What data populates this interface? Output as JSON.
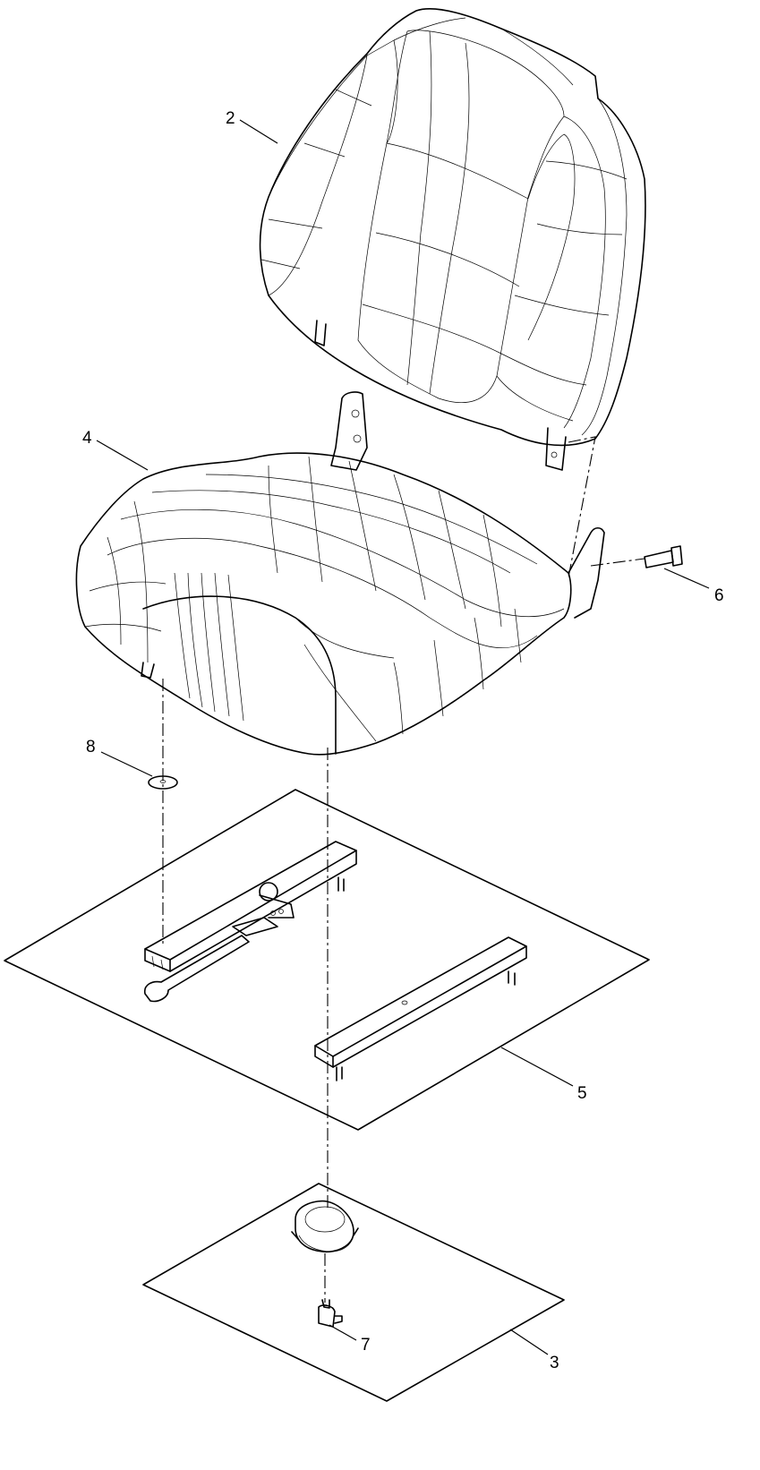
{
  "callouts": {
    "c2": "2",
    "c3": "3",
    "c4": "4",
    "c5": "5",
    "c6": "6",
    "c7": "7",
    "c8": "8"
  },
  "colors": {
    "line": "#000000",
    "background": "#ffffff"
  },
  "parts": [
    {
      "id": "2",
      "name": "backrest"
    },
    {
      "id": "3",
      "name": "switch-kit-sheet"
    },
    {
      "id": "4",
      "name": "seat-cushion"
    },
    {
      "id": "5",
      "name": "slide-rail-sheet"
    },
    {
      "id": "6",
      "name": "bolt"
    },
    {
      "id": "7",
      "name": "switch"
    },
    {
      "id": "8",
      "name": "washer"
    }
  ]
}
